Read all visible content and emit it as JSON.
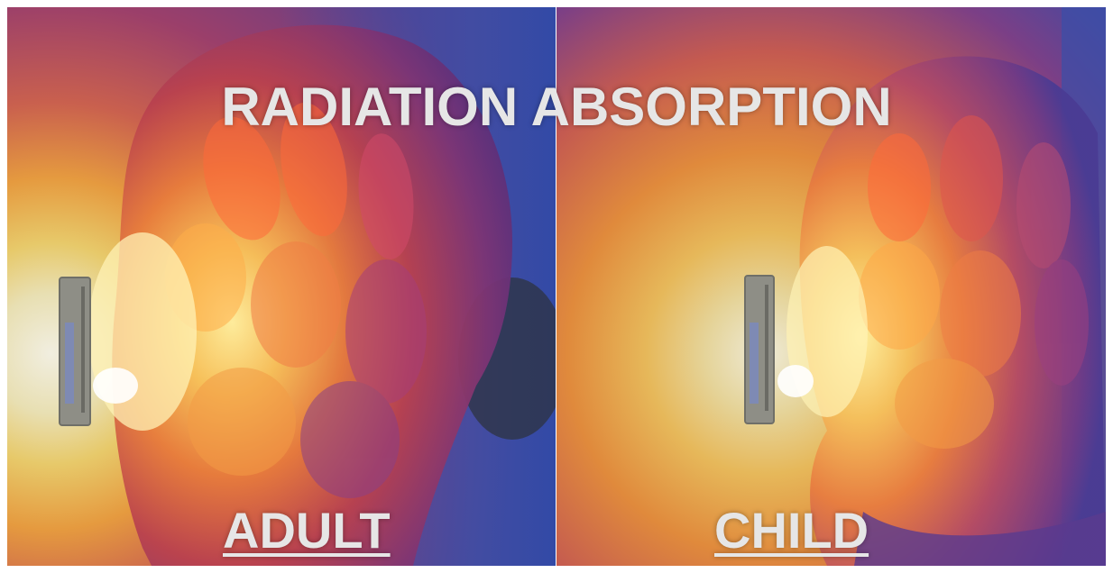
{
  "title": "RADIATION ABSORPTION",
  "panels": {
    "left": {
      "label": "ADULT"
    },
    "right": {
      "label": "CHILD"
    }
  },
  "colors": {
    "text": "#e6e6e6",
    "heat_bg_left": "#b85b6a",
    "heat_bg_right": "#e08a3c",
    "cool_bg": "#3a4fa8",
    "hot_core": "#fff3b0",
    "phone": "#8e8e86"
  }
}
